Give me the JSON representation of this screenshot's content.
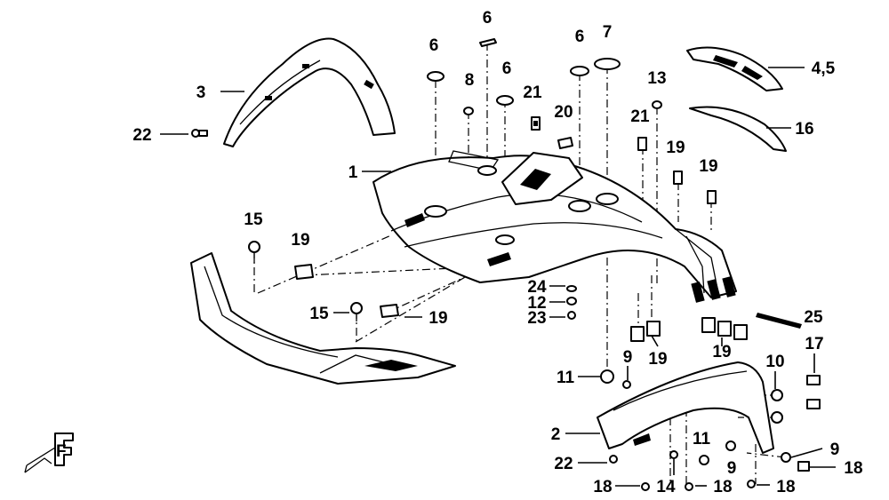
{
  "callouts": [
    {
      "id": "c6a",
      "text": "6"
    },
    {
      "id": "c6b",
      "text": "6"
    },
    {
      "id": "c6c",
      "text": "6"
    },
    {
      "id": "c6d",
      "text": "6"
    },
    {
      "id": "c7",
      "text": "7"
    },
    {
      "id": "c8",
      "text": "8"
    },
    {
      "id": "c3",
      "text": "3"
    },
    {
      "id": "c22a",
      "text": "22"
    },
    {
      "id": "c1",
      "text": "1"
    },
    {
      "id": "c21a",
      "text": "21"
    },
    {
      "id": "c20",
      "text": "20"
    },
    {
      "id": "c13",
      "text": "13"
    },
    {
      "id": "c21b",
      "text": "21"
    },
    {
      "id": "c45",
      "text": "4,5"
    },
    {
      "id": "c16",
      "text": "16"
    },
    {
      "id": "c19a",
      "text": "19"
    },
    {
      "id": "c19b",
      "text": "19"
    },
    {
      "id": "c15a",
      "text": "15"
    },
    {
      "id": "c19c",
      "text": "19"
    },
    {
      "id": "c24",
      "text": "24"
    },
    {
      "id": "c12",
      "text": "12"
    },
    {
      "id": "c23",
      "text": "23"
    },
    {
      "id": "c15b",
      "text": "15"
    },
    {
      "id": "c19d",
      "text": "19"
    },
    {
      "id": "c25",
      "text": "25"
    },
    {
      "id": "c19e",
      "text": "19"
    },
    {
      "id": "c19f",
      "text": "19"
    },
    {
      "id": "c17",
      "text": "17"
    },
    {
      "id": "c10",
      "text": "10"
    },
    {
      "id": "c11a",
      "text": "11"
    },
    {
      "id": "c9a",
      "text": "9"
    },
    {
      "id": "c2",
      "text": "2"
    },
    {
      "id": "c11b",
      "text": "11"
    },
    {
      "id": "c9b",
      "text": "9"
    },
    {
      "id": "c9c",
      "text": "9"
    },
    {
      "id": "c18a",
      "text": "18"
    },
    {
      "id": "c22b",
      "text": "22"
    },
    {
      "id": "c18b",
      "text": "18"
    },
    {
      "id": "c14",
      "text": "14"
    },
    {
      "id": "c18c",
      "text": "18"
    },
    {
      "id": "c18d",
      "text": "18"
    }
  ],
  "front_marker": "F"
}
